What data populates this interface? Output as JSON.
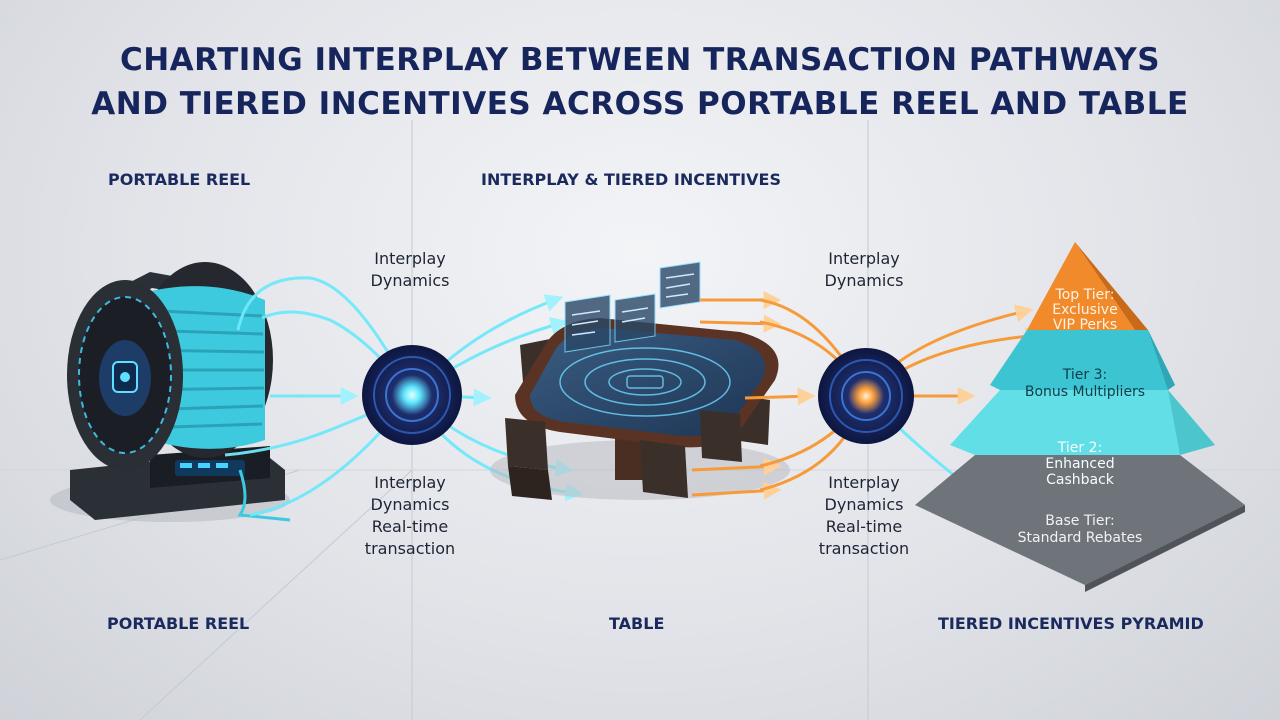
{
  "title": {
    "line1": "CHARTING INTERPLAY BETWEEN TRANSACTION PATHWAYS",
    "line2": "AND TIERED INCENTIVES ACROSS PORTABLE REEL AND TABLE"
  },
  "sections": {
    "top_left": "PORTABLE REEL",
    "top_center": "INTERPLAY & TIERED INCENTIVES",
    "bottom_left": "PORTABLE REEL",
    "bottom_center": "TABLE",
    "bottom_right": "TIERED INCENTIVES PYRAMID"
  },
  "hub_left": {
    "top_line1": "Interplay",
    "top_line2": "Dynamics",
    "bottom_line1": "Interplay",
    "bottom_line2": "Dynamics",
    "bottom_line3": "Real-time",
    "bottom_line4": "transaction"
  },
  "hub_right": {
    "top_line1": "Interplay",
    "top_line2": "Dynamics",
    "bottom_line1": "Interplay",
    "bottom_line2": "Dynamics",
    "bottom_line3": "Real-time",
    "bottom_line4": "transaction"
  },
  "pyramid": {
    "top_line1": "Top Tier:",
    "top_line2": "Exclusive",
    "top_line3": "VIP Perks",
    "tier3_line1": "Tier 3:",
    "tier3_line2": "Bonus Multipliers",
    "tier2_line1": "Tier 2:",
    "tier2_line2": "Enhanced",
    "tier2_line3": "Cashback",
    "base_line1": "Base Tier:",
    "base_line2": "Standard Rebates"
  },
  "colors": {
    "cyan": "#3fd6ee",
    "orange": "#f5902a",
    "navy": "#16255c",
    "tier_top": "#f08a2a",
    "tier3": "#3cc4d2",
    "tier2": "#62dfe6",
    "base": "#6f737a"
  }
}
